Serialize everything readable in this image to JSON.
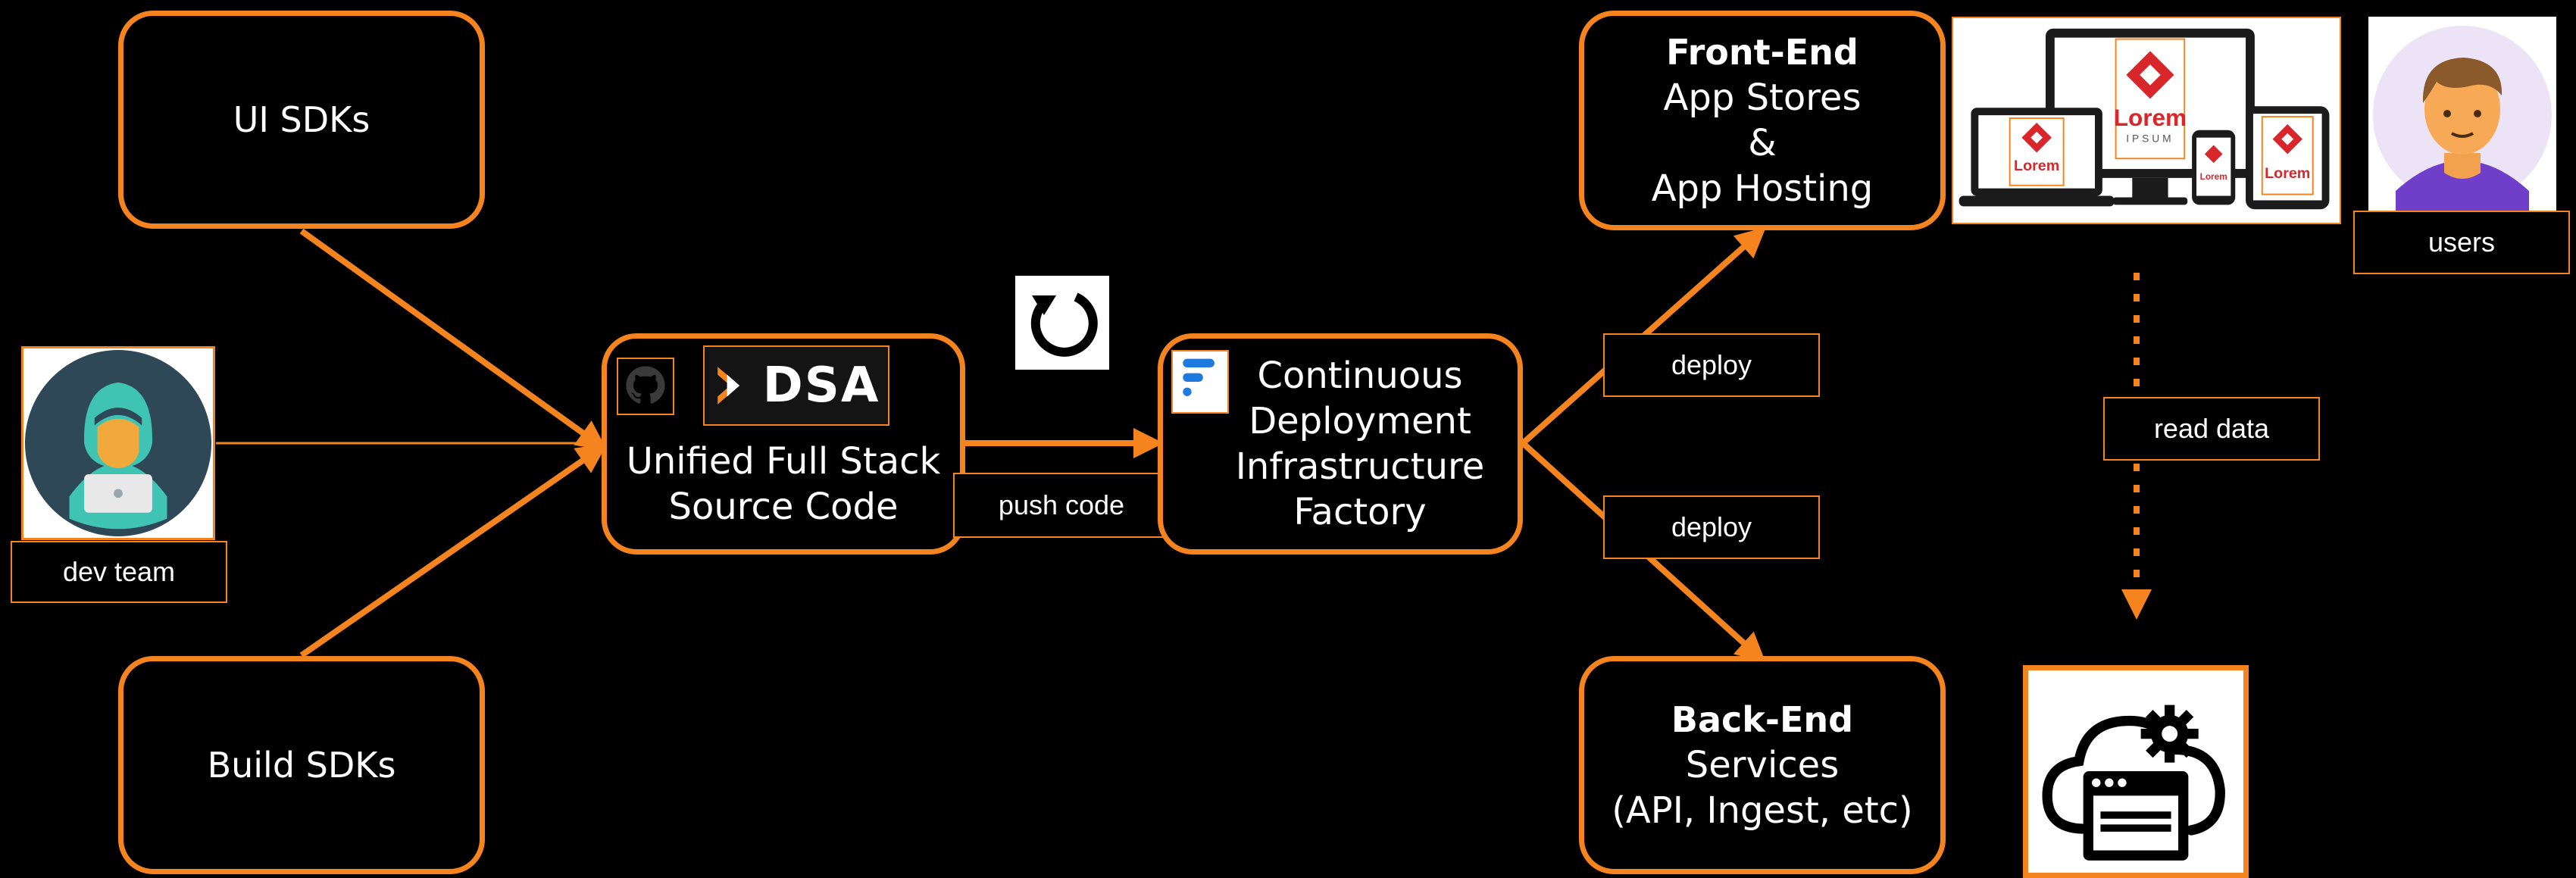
{
  "diagram": {
    "nodes": {
      "ui_sdks": {
        "label": "UI SDKs"
      },
      "build_sdks": {
        "label": "Build SDKs"
      },
      "source": {
        "line1": "Unified Full Stack",
        "line2": "Source Code",
        "brand": "DSA"
      },
      "factory": {
        "line1": "Continuous",
        "line2": "Deployment",
        "line3": "Infrastructure",
        "line4": "Factory"
      },
      "frontend": {
        "title": "Front-End",
        "line1": "App Stores",
        "line2": "&",
        "line3": "App Hosting"
      },
      "backend": {
        "title": "Back-End",
        "line1": "Services",
        "line2": "(API, Ingest, etc)"
      }
    },
    "labels": {
      "dev_team": "dev team",
      "push_code": "push code",
      "deploy_top": "deploy",
      "deploy_bottom": "deploy",
      "read_data": "read data",
      "users": "users"
    },
    "devices": {
      "brand_big": "Lorem",
      "brand_sub": "IPSUM",
      "brand_small": "Lorem"
    }
  },
  "colors": {
    "accent": "#f5841f",
    "background": "#000000",
    "text": "#ffffff",
    "brand_red": "#d9262a"
  },
  "icons": [
    "github-icon",
    "dsa-logo",
    "sync-icon",
    "factory-logo-icon",
    "developer-avatar",
    "devices-illustration",
    "user-avatar",
    "cloud-gear-icon"
  ]
}
